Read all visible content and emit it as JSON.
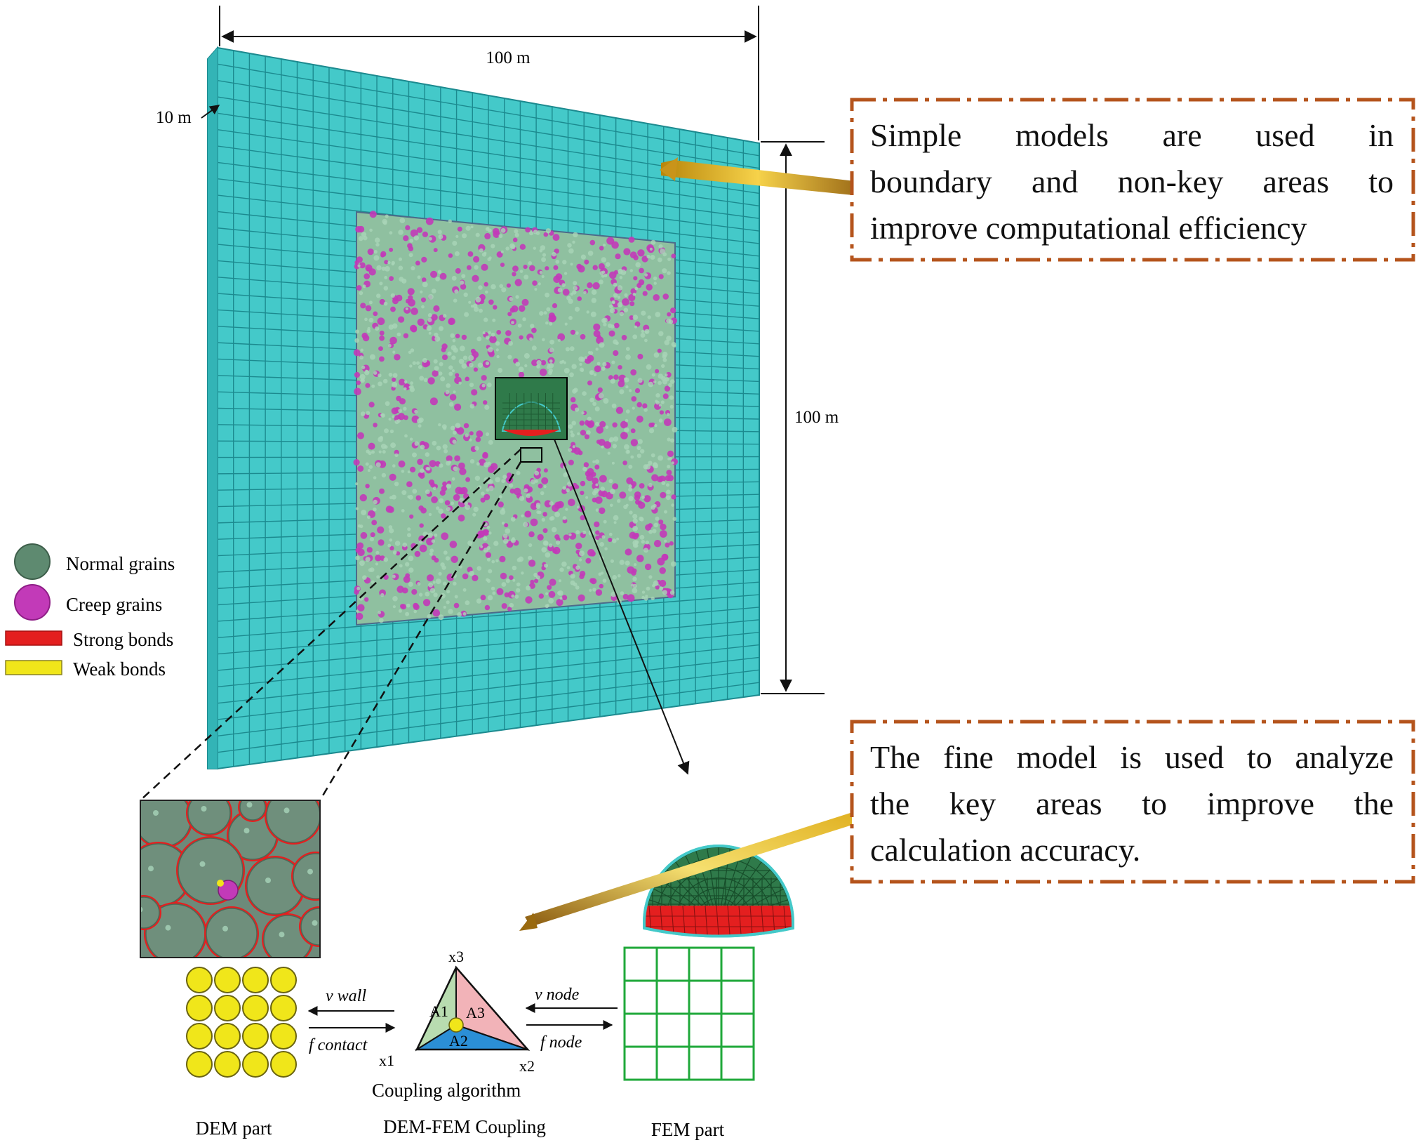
{
  "dimensions": {
    "width": "100 m",
    "height": "100 m",
    "thickness": "10 m"
  },
  "legend": [
    {
      "label": "Normal grains",
      "color": "#5e8a70",
      "shape": "circle"
    },
    {
      "label": "Creep grains",
      "color": "#c23ab8",
      "shape": "circle"
    },
    {
      "label": "Strong bonds",
      "color": "#e41f1f",
      "shape": "bar"
    },
    {
      "label": "Weak bonds",
      "color": "#f0e61a",
      "shape": "bar"
    }
  ],
  "callouts": {
    "simple": {
      "lines": [
        "Simple models are used in",
        "boundary and non-key areas to",
        "improve computational efficiency"
      ],
      "border_color": "#b5541c"
    },
    "fine": {
      "lines": [
        "The fine model is used to analyze",
        "the key areas to improve the",
        "calculation accuracy."
      ],
      "border_color": "#b5541c"
    }
  },
  "coupling": {
    "title": "Coupling algorithm",
    "vertices": [
      "x1",
      "x2",
      "x3"
    ],
    "areas": [
      "A1",
      "A2",
      "A3"
    ],
    "left_top_arrow": "v wall",
    "left_bottom_arrow": "f contact",
    "right_top_arrow": "v node",
    "right_bottom_arrow": "f node"
  },
  "parts": {
    "dem": "DEM part",
    "coupling": "DEM-FEM Coupling",
    "fem": "FEM part"
  },
  "colors": {
    "mesh": "#44c9c9",
    "mesh_line": "#1c8a8f",
    "grain_zone": "#8fc0a0",
    "creep": "#c23ab8",
    "fine_green": "#2f7a4a",
    "strong_bond": "#e41f1f",
    "weak_bond": "#f0e61a",
    "fem_grid": "#1fa83a",
    "tri_a1": "#b8dcb0",
    "tri_a2": "#2b8fd6",
    "tri_a3": "#f2b3b8"
  }
}
